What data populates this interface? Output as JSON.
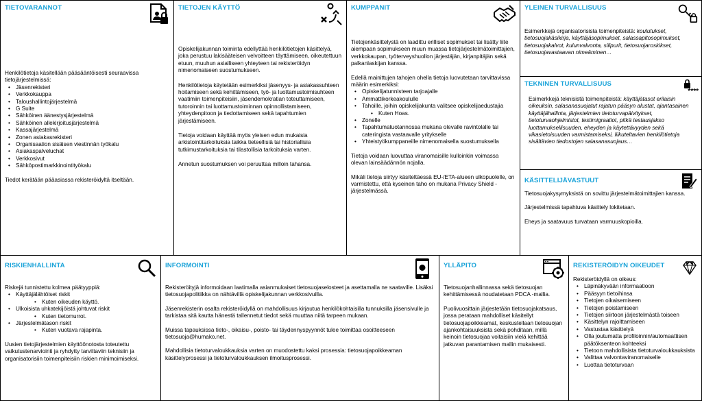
{
  "tietovarannot": {
    "title": "TIETOVARANNOT",
    "intro": "Henkilötietoja käsitellään pääsääntöisesti seuraavissa tietojärjestelmissä:",
    "items": [
      "Jäsenrekisteri",
      "Verkkokauppa",
      "Taloushallintojärjestelmä",
      "G Suite",
      "Sähköinen äänestysjärjestelmä",
      "Sähköinen allekirjoitusjärjestelmä",
      "Kassajärjestelmä",
      "Zonen asiakasrekisteri",
      "Organisaation sisäisen viestinnän työkalu",
      "Asiakaspalveluchat",
      "Verkkosivut",
      "Sähköpostimarkkinointityökalu"
    ],
    "outro": "Tiedot kerätään pääasiassa rekisteröidyltä itseltään."
  },
  "kaytto": {
    "title": "TIETOJEN KÄYTTÖ",
    "p1": "Opiskelijakunnan toiminta edellyttää henkilötietojen käsittelyä, joka perustuu lakisääteisen velvoitteen täyttämiseen, oikeutettuun etuun, muuhun asialliseen yhteyteen tai rekisteröidyn nimenomaiseen suostumukseen.",
    "p2": "Henkilötietoja käytetään esimerkiksi jäsenyys- ja asiakassuhteen hoitamiseen sekä kehittämiseen, työ- ja luottamustoimisuhteen vaatimiin toimenpiteisiin, jäsendemokratian toteuttamiseen, tutoroinnin tai luottamustoiminnan opinnollistamiseen, yhteydenpitoon ja tiedottamiseen sekä tapahtumien järjestämiseen.",
    "p3": "Tietoja voidaan käyttää myös yleisen edun mukaisia arkistointitarkoituksia taikka tieteellisiä tai historiallisia tutkimustarkoituksia tai tilastollisia tarkoituksia varten.",
    "p4": "Annetun suostumuksen voi peruuttaa milloin tahansa."
  },
  "kumppanit": {
    "title": "KUMPPANIT",
    "p1": "Tietojenkäsittelystä on laadittu erilliset sopimukset tai lisätty liite aiempaan sopimukseen muun muassa tietojärjestelmätoimittajien, verkkokaupan, työterveyshuollon järjestäjän, kirjanpitäjän sekä palkanlaskijan kanssa.",
    "p2": "Edellä mainittujen tahojen ohella tietoja luovutetaan tarvittavissa määrin esimerkiksi:",
    "items": [
      "Opiskelijatunnisteen tarjoajalle",
      "Ammattikorkeakoululle",
      "Tahoille, joihin opiskelijakunta valitsee opiskelijaedustajia"
    ],
    "subitem": "Kuten Hoas.",
    "items2": [
      "Zonelle",
      "Tapahtumatuotannossa mukana olevalle ravintolalle tai cateringista vastaavalle yritykselle",
      "Yhteistyökumppaneille nimenomaisella suostumuksella"
    ],
    "p3": "Tietoja voidaan luovuttaa viranomaisille kulloinkin voimassa olevan lainsäädännön nojalla.",
    "p4": "Mikäli tietoja siirtyy käsiteltäessä EU-/ETA-alueen ulkopuolelle, on varmistettu, että kyseinen taho on mukana Privacy Shield -järjestelmässä."
  },
  "yleinen": {
    "title": "YLEINEN TURVALLISUUS",
    "lead": "Esimerkkejä organisatorisista toimenpiteistä: ",
    "examples": "koulutukset, tietosuojakäsikirja, käyttäjäsopimukset, salassapitosopimukset, tietosuojakalvot, kulunvalvonta, siilpurit, tietosuojaroskikset, tietosuojavastaavan nimeäminen…"
  },
  "tekninen": {
    "title": "TEKNINEN TURVALLISUUS",
    "lead": "Esimerkkejä teknisistä toimenpiteistä: ",
    "examples": "käyttäjätasot erilaisin oikeuksin, salasanasuojatut rajatun pääsyn alustat, ajantasainen käyttäjähallinta, järjestelmien tietoturvapäivitykset, tietoturvaohjelmistot, testimigraatiot, pitkä testausjakso luottamuksellisuuden, eheyden ja käytettävyyden sekä vikasietoisuuden varmistamiseksi, liikuteltavien henkilötietoja sisältävien tiedostojen salasanasuojaus…",
    "stars": "****"
  },
  "kasittelija": {
    "title": "KÄSITTELIJÄVASTUUT",
    "p1": "Tietosuojakysymyksistä on sovittu järjestelmätoimittajien kanssa.",
    "p2": "Järjestelmissä tapahtuva käsittely lokitetaan.",
    "p3": "Eheys ja saatavuus turvataan varmuuskopioilla."
  },
  "riski": {
    "title": "RISKIENHALLINTA",
    "intro": "Riskejä tunnistettu kolmea päätyyppiä:",
    "r1": "Käyttäjälähtöiset riskit",
    "r1sub": "Kuten oikeuden käyttö.",
    "r2": "Ulkoisista uhkatekijöistä johtuvat riskit",
    "r2sub": "Kuten tietomurrot.",
    "r3": "Järjestelmätason riskit",
    "r3sub": "Kuten vuotava rajapinta.",
    "outro": "Uusien tietojärjestelmien käyttöönotosta toteutettu vaikutustenarviointi  ja ryhdytty tarvittaviin teknisiin ja organisatorisiin toimenpiteisiin riskien minimoimiseksi."
  },
  "informointi": {
    "title": "INFORMOINTI",
    "p1": "Rekisteröityjä informoidaan laatimalla asianmukaiset tietosuojaselosteet ja asettamalla ne saataville. Lisäksi tietosuojapolitiikka on nähtävillä opiskelijakunnan verkkosivuilla.",
    "p2": "Jäsenrekisterin osalta rekisteröidyllä on mahdollisuus kirjautua henkilökohtaisilla tunnuksilla jäsensivulle ja tarkistaa sitä kautta hänestä tallennetut tiedot sekä muuttaa niitä tarpeen mukaan.",
    "p3": "Muissa tapauksissa tieto-, oikaisu-, poisto- tai täydennyspyynnöt tulee toimittaa osoitteeseen tietosuoja@humako.net.",
    "p4": "Mahdollisia tietoturvaloukkauksia varten on muodostettu kaksi prosessia: tietosuojapoikkeaman käsittelyprosessi ja tietoturvaloukkauksen ilmoitusprosessi."
  },
  "yllapito": {
    "title": "YLLÄPITO",
    "p1": "Tietosuojanhallinnassa sekä tietosuojan kehittämisessä noudatetaan PDCA -mallia.",
    "p2": "Puolivuosittain järjestetään tietosuojakatsaus, jossa perataan mahdolliset käsitellyt tietosuojapoikkeamat, keskustellaan tietosuojan ajankohtaisuuksista sekä pohditaan, millä keinoin tietosuojaa voitaisiin vielä kehittää jatkuvan parantamisen mallin mukaisesti."
  },
  "oikeudet": {
    "title": "REKISTERÖIDYN OIKEUDET",
    "intro": "Rekisteröidyllä on oikeus:",
    "items": [
      "Läpinäkyvään informaatioon",
      "Pääsyyn tietoihinsa",
      "Tietojen oikaisemiseen",
      "Tietojen poistamiseen",
      "Tietojen siirtoon järjestelmästä toiseen",
      "Käsittelyn rajoittamiseen",
      "Vastustaa käsittelyä",
      "Olla joutumatta profiloinnin/automaattisen päätöksenteon kohteeksi",
      "Tietoon mahdollisista tietoturvaloukkauksista",
      "Valittaa valvontaviranomaiselle",
      "Luottaa tietoturvaan"
    ]
  }
}
